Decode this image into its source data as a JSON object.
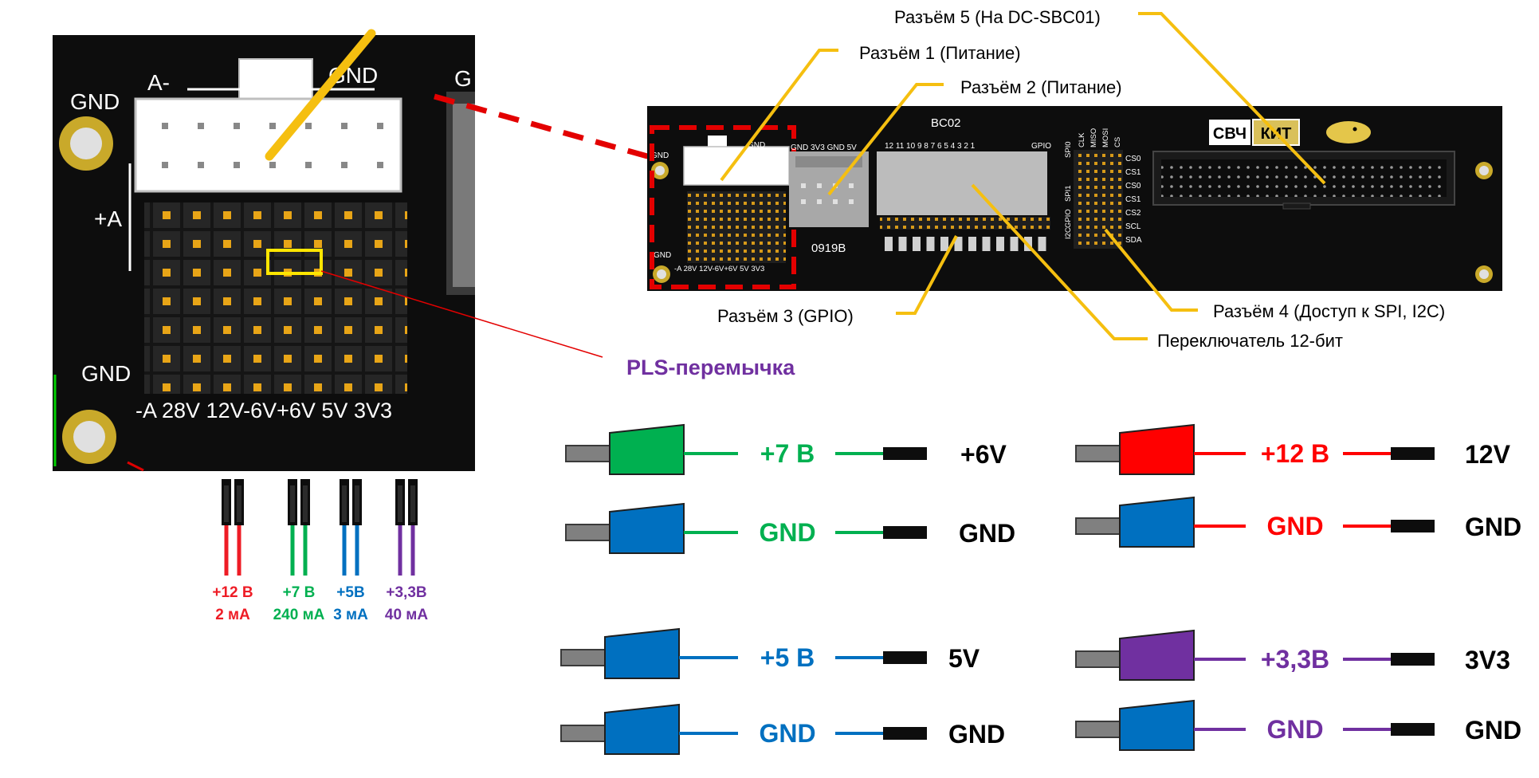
{
  "zoom_board": {
    "top_label_left": "A-",
    "top_label_right": "GND",
    "left_gnd_top": "GND",
    "left_plus_a": "+A",
    "left_gnd_bottom": "GND",
    "edge_label": "G",
    "bottom_row": "-A 28V 12V-6V+6V 5V 3V3"
  },
  "pls_jumper_label": "PLS-перемычка",
  "board": {
    "name": "BC02",
    "code": "0919B",
    "logo_left": "СВЧ",
    "logo_right": "КИТ",
    "gnd_left_top": "GND",
    "gnd_left_bottom": "GND",
    "conn1_label": "GND",
    "power_header": "GND 3V3 GND 5V",
    "gpio_numbers": "12 11 10 9 8 7 6 5 4 3 2 1",
    "gpio_word": "GPIO",
    "spi_cols": [
      "CLK",
      "MISO",
      "MOSI",
      "CS"
    ],
    "spi_side": [
      "SPI0",
      "SPI1",
      "GPIO",
      "I2C"
    ],
    "cs_labels": [
      "CS0",
      "CS1",
      "CS0",
      "CS1",
      "CS2",
      "SCL",
      "SDA"
    ],
    "bottom_row": "-A 28V 12V-6V+6V 5V 3V3"
  },
  "callouts": {
    "c5": "Разъём 5 (На DC-SBC01)",
    "c1": "Разъём 1 (Питание)",
    "c2": "Разъём 2 (Питание)",
    "c3": "Разъём 3 (GPIO)",
    "c4": "Разъём 4 (Доступ к SPI, I2C)",
    "sw": "Переключатель 12-бит"
  },
  "jumper_wires": [
    {
      "voltage": "+12 В",
      "current": "2 мА",
      "color": "#ee1c25"
    },
    {
      "voltage": "+7 В",
      "current": "240 мА",
      "color": "#00b050"
    },
    {
      "voltage": "+5В",
      "current": "3 мА",
      "color": "#0070c0"
    },
    {
      "voltage": "+3,3В",
      "current": "40 мА",
      "color": "#7030a0"
    }
  ],
  "plugs": [
    {
      "label": "+7 В",
      "pin": "+6V",
      "body_color": "#00b050",
      "wire_color": "#00b050"
    },
    {
      "label": "GND",
      "pin": "GND",
      "body_color": "#0070c0",
      "wire_color": "#00b050"
    },
    {
      "label": "+12 В",
      "pin": "12V",
      "body_color": "#ff0000",
      "wire_color": "#ff0000"
    },
    {
      "label": "GND",
      "pin": "GND",
      "body_color": "#0070c0",
      "wire_color": "#ff0000"
    },
    {
      "label": "+5 В",
      "pin": "5V",
      "body_color": "#0070c0",
      "wire_color": "#0070c0"
    },
    {
      "label": "GND",
      "pin": "GND",
      "body_color": "#0070c0",
      "wire_color": "#0070c0"
    },
    {
      "label": "+3,3В",
      "pin": "3V3",
      "body_color": "#7030a0",
      "wire_color": "#7030a0"
    },
    {
      "label": "GND",
      "pin": "GND",
      "body_color": "#0070c0",
      "wire_color": "#7030a0"
    }
  ],
  "colors": {
    "pcb": "#0d0d0d",
    "callout_line": "#f5bf10",
    "highlight_red": "#e30000",
    "pls_purple": "#7030a0",
    "pin_gold": "#e8a517"
  }
}
